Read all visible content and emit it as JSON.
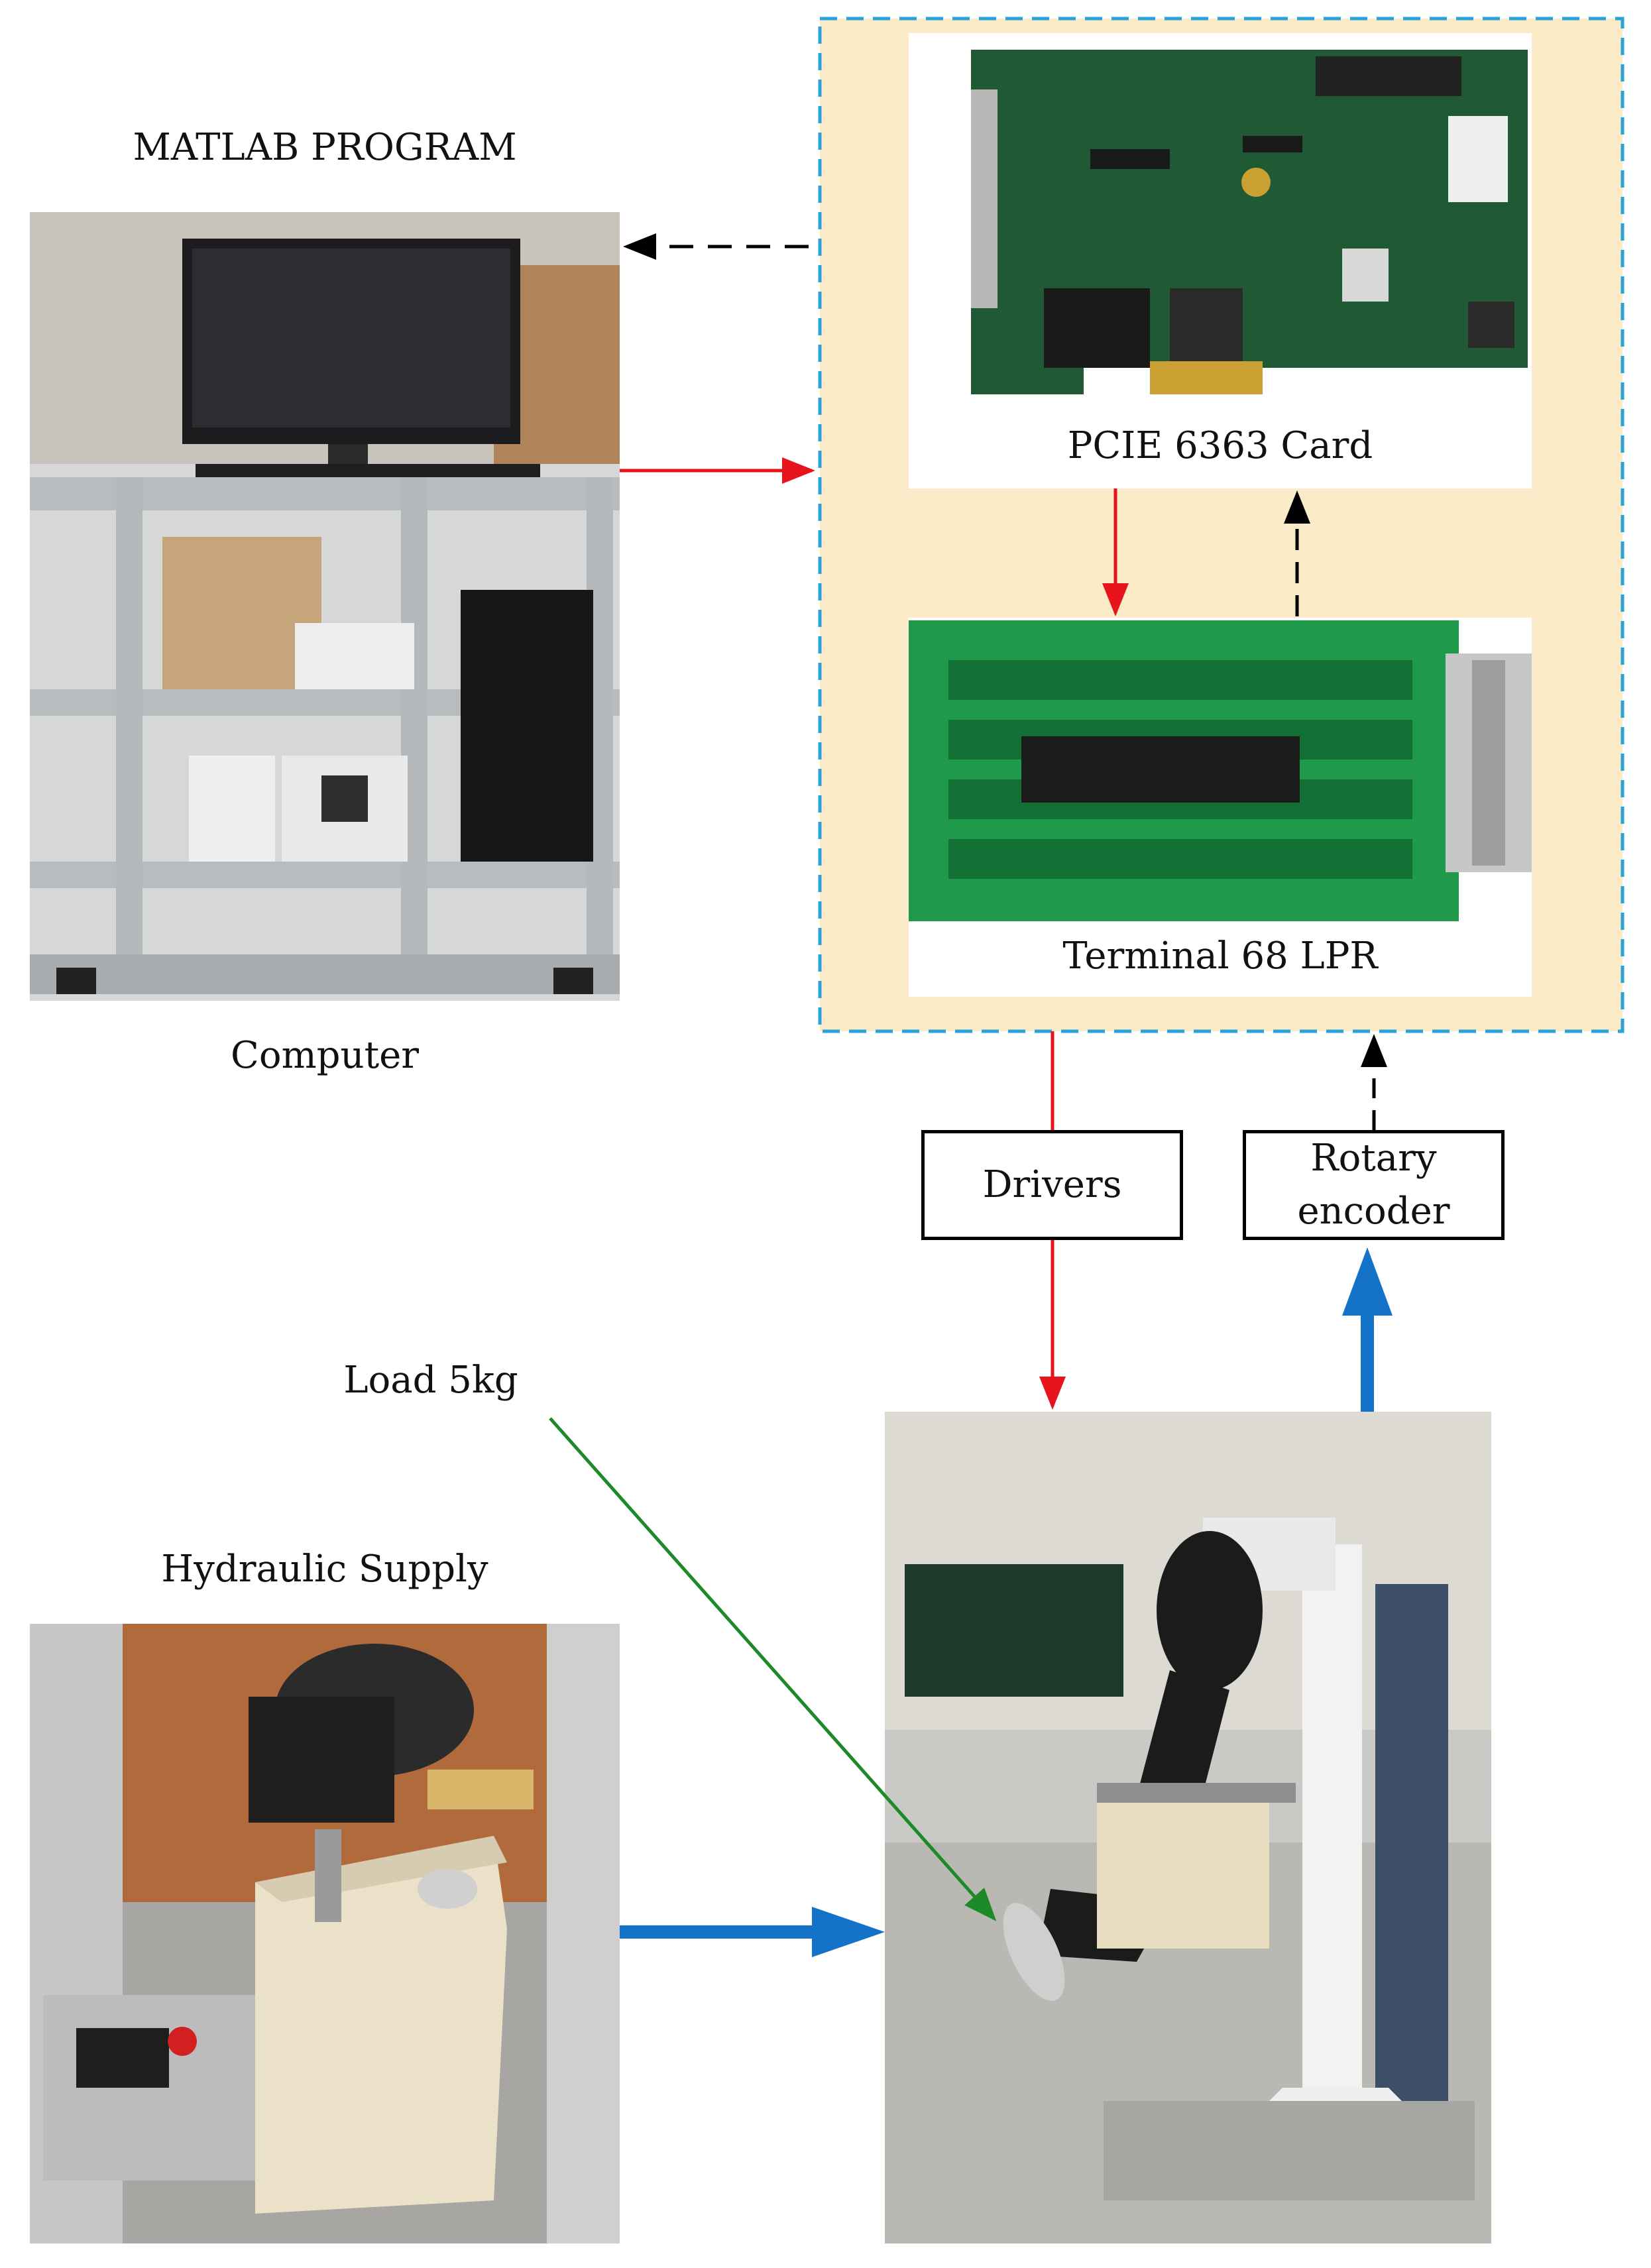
{
  "labels": {
    "matlab": "MATLAB PROGRAM",
    "computer": "Computer",
    "pcie": "PCIE 6363 Card",
    "terminal": "Terminal 68 LPR",
    "drivers": "Drivers",
    "encoder_line1": "Rotary",
    "encoder_line2": "encoder",
    "load": "Load 5kg",
    "hydraulic": "Hydraulic Supply"
  },
  "colors": {
    "control_signal": "#e8141b",
    "feedback_signal": "#000000",
    "hydraulic_flow": "#1473c8",
    "load_pointer": "#1d8a2a",
    "daq_background": "#fcebc8",
    "daq_border": "#29a3dc"
  },
  "icons": {
    "computer": "desktop-workstation-photo",
    "pcie_card": "pcie-card-photo",
    "terminal_block": "terminal-block-photo",
    "hydraulic_unit": "hydraulic-power-unit-photo",
    "robot_arm": "hydraulic-robot-arm-photo"
  }
}
